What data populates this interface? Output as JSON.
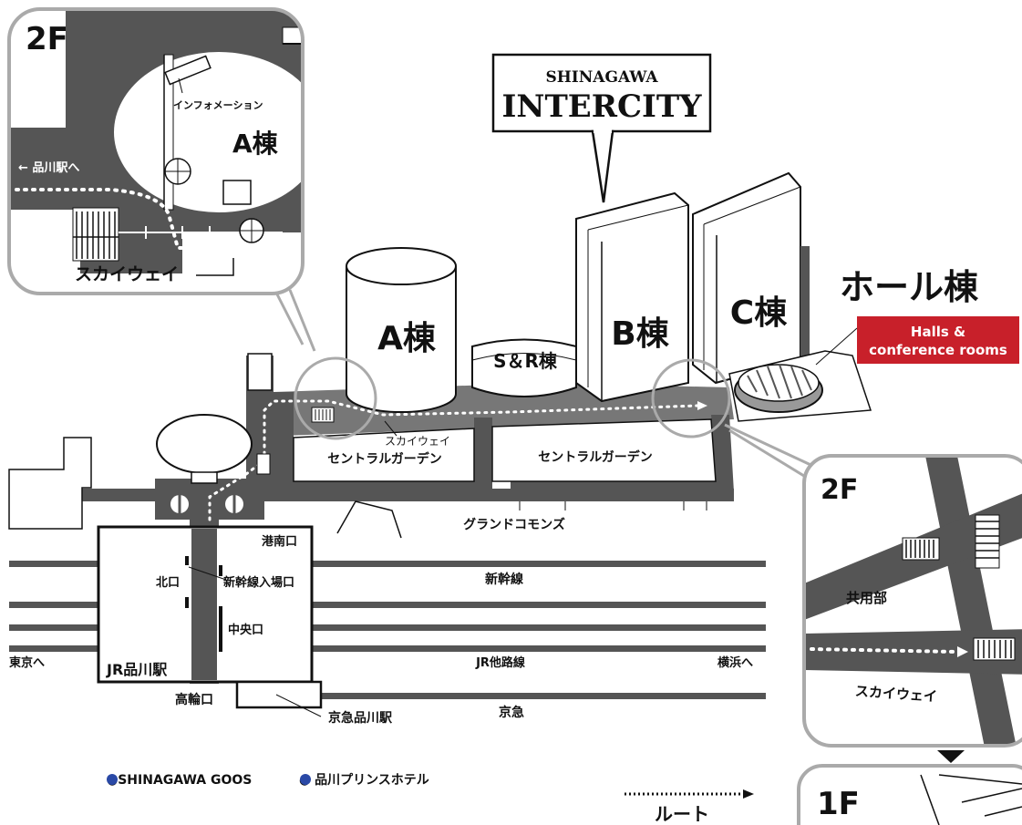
{
  "brand": {
    "line1": "SHINAGAWA",
    "line2": "INTERCITY"
  },
  "buildings": {
    "a": "A棟",
    "b": "B棟",
    "c": "C棟",
    "sr": "S＆R棟",
    "hall": "ホール棟",
    "halls_line1": "Halls &",
    "halls_line2": "conference rooms"
  },
  "areas": {
    "central_garden_left": "セントラルガーデン",
    "central_garden_right": "セントラルガーデン",
    "grand_commons": "グランドコモンズ",
    "skyway": "スカイウェイ"
  },
  "rail": {
    "shinkansen": "新幹線",
    "jr_other": "JR他路線",
    "keikyu": "京急",
    "to_tokyo": "東京へ",
    "to_yokohama": "横浜へ"
  },
  "station": {
    "name": "JR品川駅",
    "konan": "港南口",
    "kita": "北口",
    "shinkansen_gate": "新幹線入場口",
    "chuo": "中央口",
    "takanawa": "高輪口",
    "keikyu_station": "京急品川駅"
  },
  "inset_2f_top": {
    "floor": "2F",
    "info": "インフォメーション",
    "building": "A棟",
    "to_station": "← 品川駅へ",
    "skyway": "スカイウェイ"
  },
  "inset_2f_right": {
    "floor": "2F",
    "common": "共用部",
    "skyway": "スカイウェイ"
  },
  "inset_1f": {
    "floor": "1F"
  },
  "legend": {
    "goos": "●SHINAGAWA GOOS",
    "prince": "● 品川プリンスホテル",
    "route": "ルート"
  },
  "colors": {
    "road": "#555555",
    "accent": "#c8202a",
    "blue": "#2a49a6",
    "line": "#111111"
  }
}
